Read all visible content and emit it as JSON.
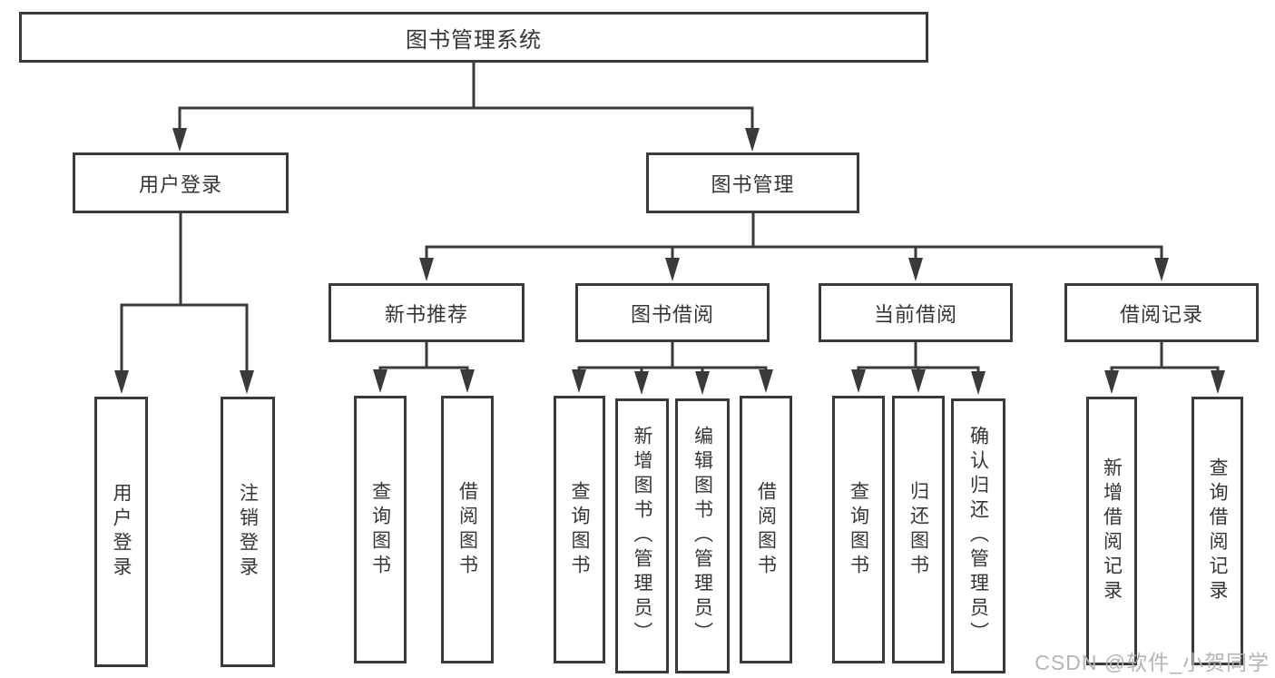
{
  "diagram_title": "图书管理系统",
  "tree": {
    "root": {
      "label": "图书管理系统",
      "children": [
        {
          "label": "用户登录",
          "children": [
            "用户登录",
            "注销登录"
          ]
        },
        {
          "label": "图书管理",
          "children": [
            {
              "label": "新书推荐",
              "children": [
                "查询图书",
                "借阅图书"
              ]
            },
            {
              "label": "图书借阅",
              "children": [
                "查询图书",
                "新增图书（管理员）",
                "编辑图书（管理员）",
                "借阅图书"
              ]
            },
            {
              "label": "当前借阅",
              "children": [
                "查询图书",
                "归还图书",
                "确认归还（管理员）"
              ]
            },
            {
              "label": "借阅记录",
              "children": [
                "新增借阅记录",
                "查询借阅记录"
              ]
            }
          ]
        }
      ]
    }
  },
  "watermark": {
    "text": "CSDN @软件_小贺同学"
  },
  "colors": {
    "line": "#3a3a3a",
    "box_border": "#3a3a3a",
    "text": "#363636",
    "watermark": "#b5b5b5",
    "background": "#ffffff"
  }
}
